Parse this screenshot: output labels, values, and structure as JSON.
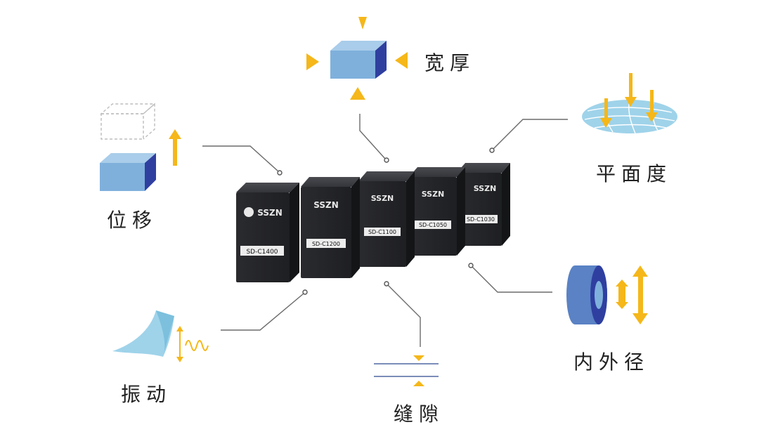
{
  "brand": "SSZN",
  "colors": {
    "arrow_yellow": "#f5b719",
    "cube_front": "#7fb0dc",
    "cube_side": "#2f3fa0",
    "sensor_body": "#2b2c30",
    "leader_line": "#6b6b6b",
    "wave_blue": "#9fd3ea"
  },
  "labels": {
    "width_thickness": "宽厚",
    "flatness": "平面度",
    "displacement": "位移",
    "inner_outer_diameter": "内外径",
    "vibration": "振动",
    "gap": "缝隙"
  },
  "sensors": [
    {
      "model": "SD-C1400"
    },
    {
      "model": "SD-C1200"
    },
    {
      "model": "SD-C1100"
    },
    {
      "model": "SD-C1050"
    },
    {
      "model": "SD-C1030"
    }
  ]
}
